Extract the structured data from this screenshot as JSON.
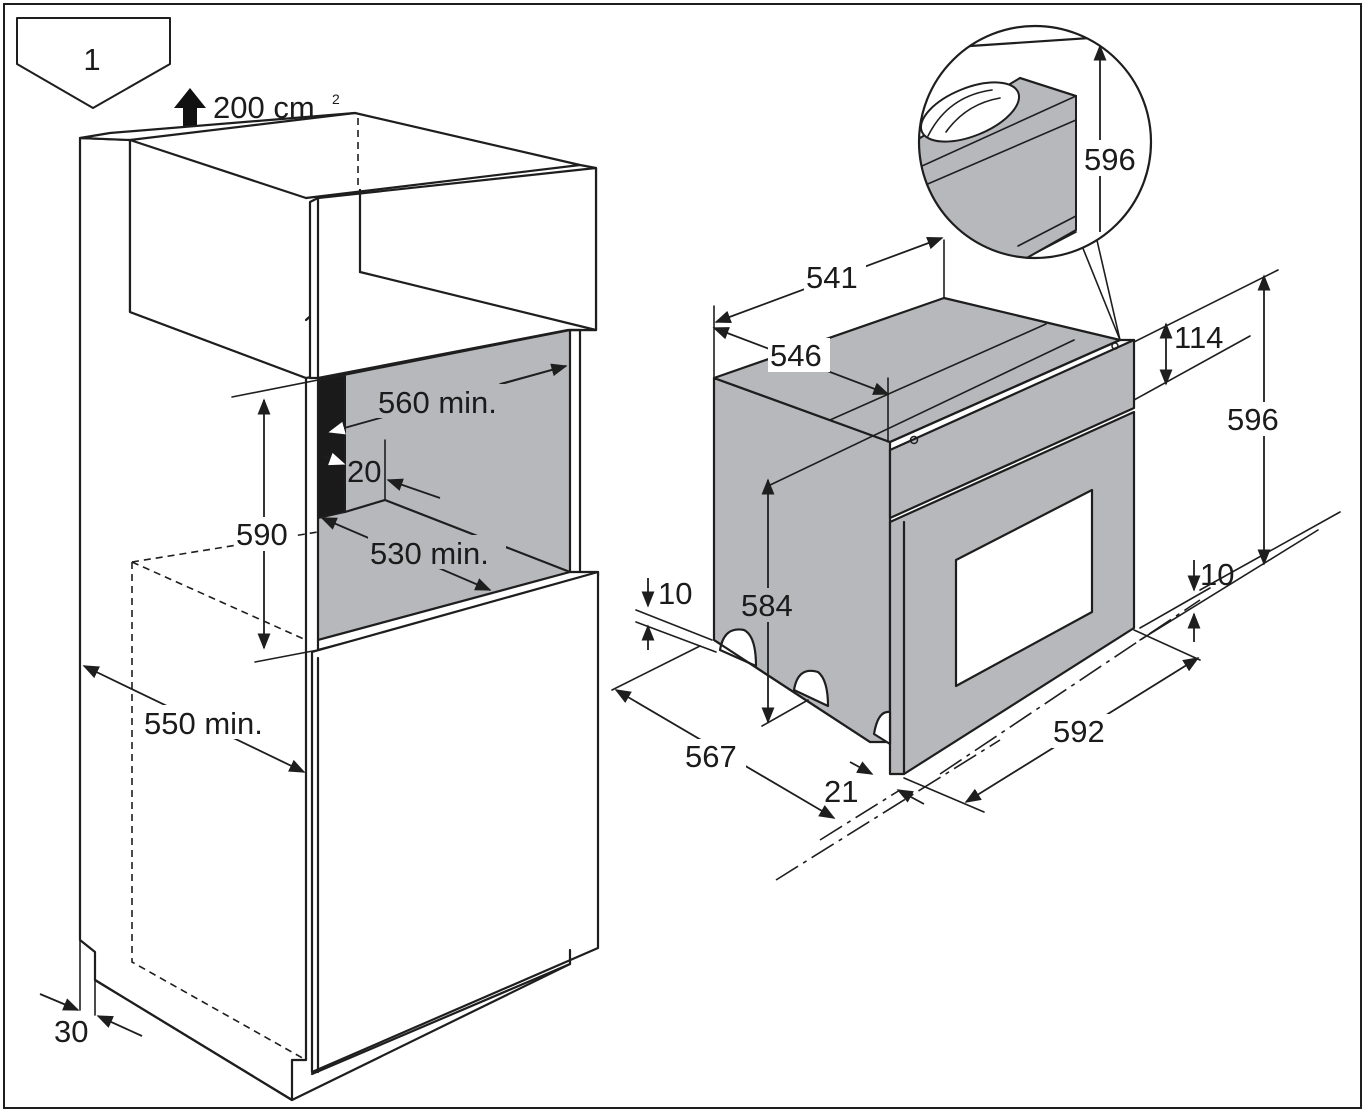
{
  "figure_number": "1",
  "ventilation": {
    "value": "200 cm",
    "superscript": "2"
  },
  "cabinet_dimensions": {
    "width_min": "560 min.",
    "height": "590",
    "depth_min": "530 min.",
    "clearance": "20",
    "cabinet_depth_min": "550 min.",
    "plinth": "30"
  },
  "appliance_dimensions": {
    "depth_top": "541",
    "depth_body": "546",
    "detail_height": "596",
    "panel_height": "114",
    "total_height": "596",
    "body_height": "584",
    "foot_gap_left": "10",
    "foot_gap_right": "10",
    "side_depth": "567",
    "door_thickness": "21",
    "width": "592"
  },
  "colors": {
    "line": "#1e1e1e",
    "surface_grey": "#b7b8bb",
    "black_strip": "#1a1a1a",
    "background": "#ffffff"
  }
}
